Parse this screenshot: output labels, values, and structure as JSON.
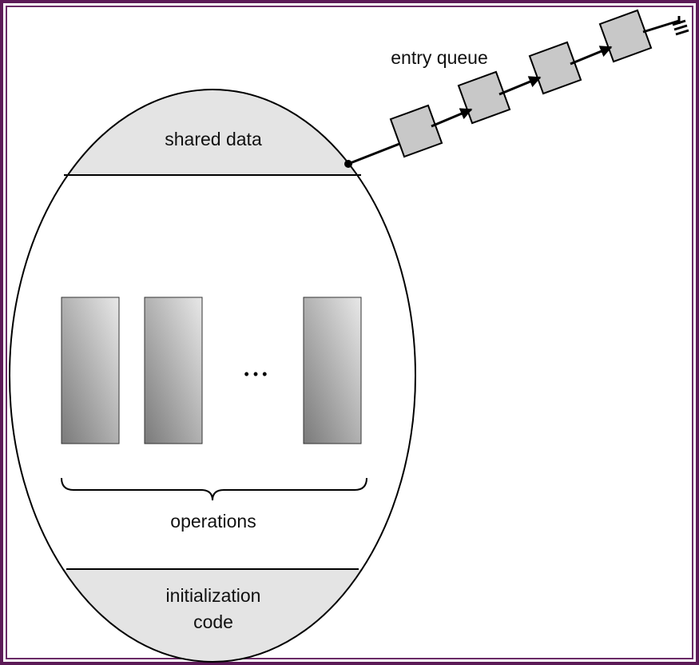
{
  "labels": {
    "shared_data": "shared data",
    "entry_queue": "entry queue",
    "operations": "operations",
    "ellipsis": "• • •",
    "initialization_line1": "initialization",
    "initialization_line2": "code"
  },
  "colors": {
    "frame_outer": "#5c1a57",
    "frame_inner": "#6a2a66",
    "section_fill": "#e4e4e4",
    "queue_node_fill": "#c8c8c8",
    "operation_light": "#e8e8e8",
    "operation_dark": "#7a7a7a",
    "stroke": "#000000"
  },
  "diagram": {
    "operation_count_shown": 3,
    "queue_node_count": 4
  }
}
